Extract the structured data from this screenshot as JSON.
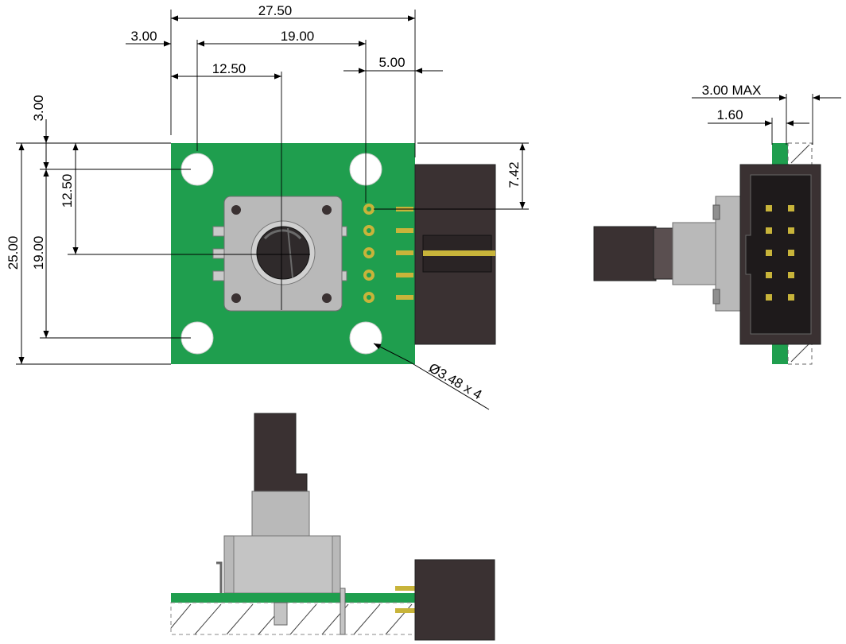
{
  "dimensions": {
    "top_width": "27.50",
    "hole_spacing_x": "19.00",
    "left_offset": "3.00",
    "shaft_center_x": "12.50",
    "pin_offset": "5.00",
    "left_top_offset": "3.00",
    "shaft_center_y": "12.50",
    "hole_spacing_y": "19.00",
    "board_height": "25.00",
    "pin_row_offset": "7.42",
    "hole_diameter": "Ø3.48 x 4",
    "side_max": "3.00 MAX",
    "side_thickness": "1.60"
  },
  "colors": {
    "pcb": "#1f9e4e",
    "header": "#3a3132",
    "gold": "#c8b43a",
    "metal": "#b9b9b9"
  }
}
